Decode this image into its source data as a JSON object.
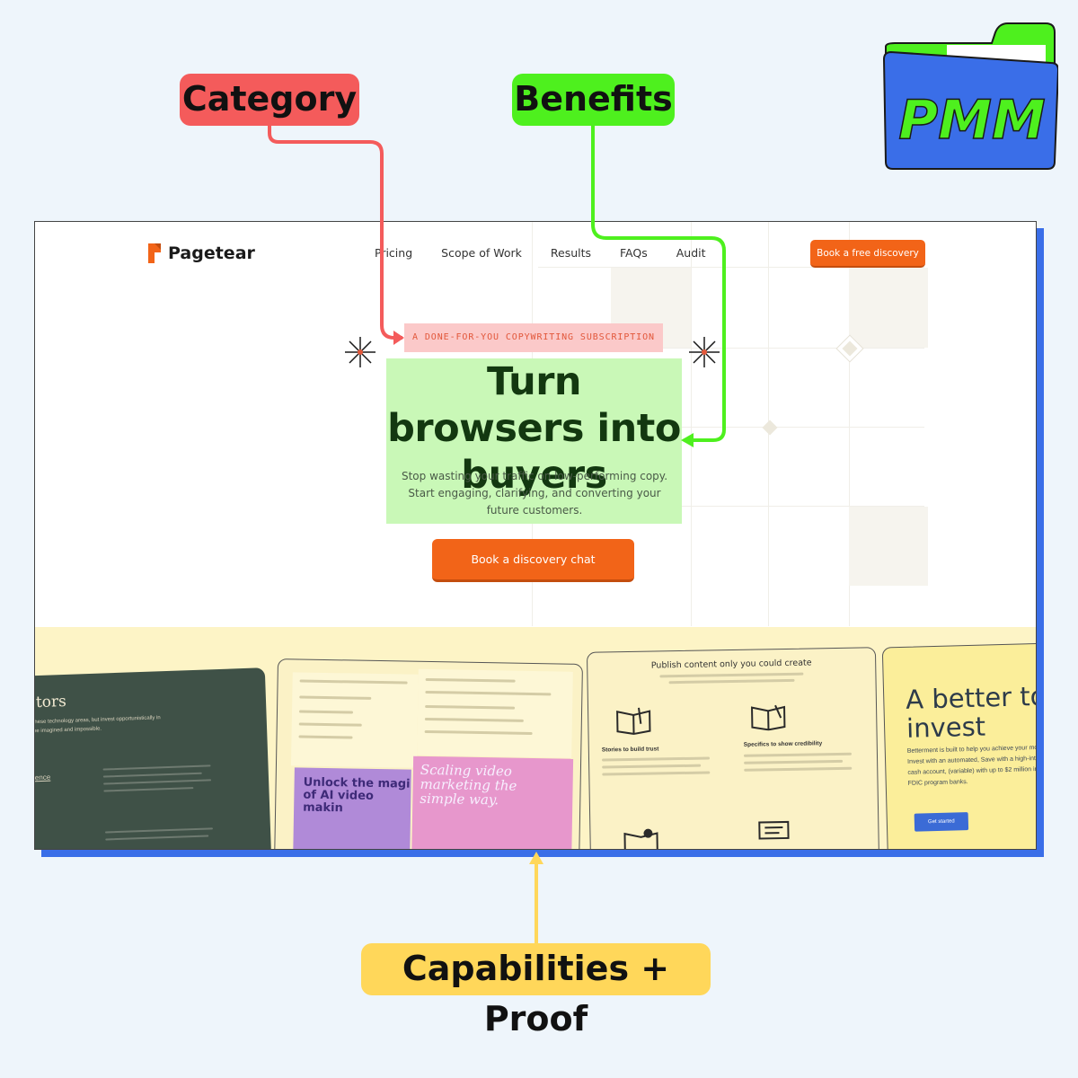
{
  "annotations": {
    "category": "Category",
    "benefits": "Benefits",
    "proof": "Capabilities + Proof"
  },
  "logo": {
    "text": "PMM"
  },
  "site": {
    "brand": "Pagetear",
    "nav": [
      "Pricing",
      "Scope of Work",
      "Results",
      "FAQs",
      "Audit"
    ],
    "nav_cta": "Book a free discovery",
    "eyebrow": "A DONE-FOR-YOU COPYWRITING SUBSCRIPTION",
    "headline": "Turn browsers into buyers",
    "subheadline": "Stop wasting your traffic on low-performing copy. Start engaging, clarifying, and converting your future customers.",
    "cta": "Book a discovery chat"
  },
  "cards": {
    "dark": {
      "title": "tors",
      "line1": "these technology areas, but invest opportunistically in",
      "line2": "he imagined and impossible.",
      "link": "ence"
    },
    "ai": {
      "unlock": "Unlock the magi of AI video makin",
      "scaling": "Scaling video marketing the simple way."
    },
    "publish": {
      "title": "Publish content only you could create",
      "stories": "Stories to build trust",
      "specifics": "Specifics to show credibility"
    },
    "betterment": {
      "title": "A better to invest",
      "body": "Betterment is built to help you achieve your money. Invest with an automated, Save with a high-interest cash account, (variable) with up to $2 million in FDIC program banks.",
      "button": "Get started"
    }
  },
  "colors": {
    "category": "#f45b5b",
    "benefits": "#4ef01e",
    "proof": "#ffd75a",
    "brand_orange": "#f26418",
    "frame_shadow": "#3a6ee8"
  }
}
